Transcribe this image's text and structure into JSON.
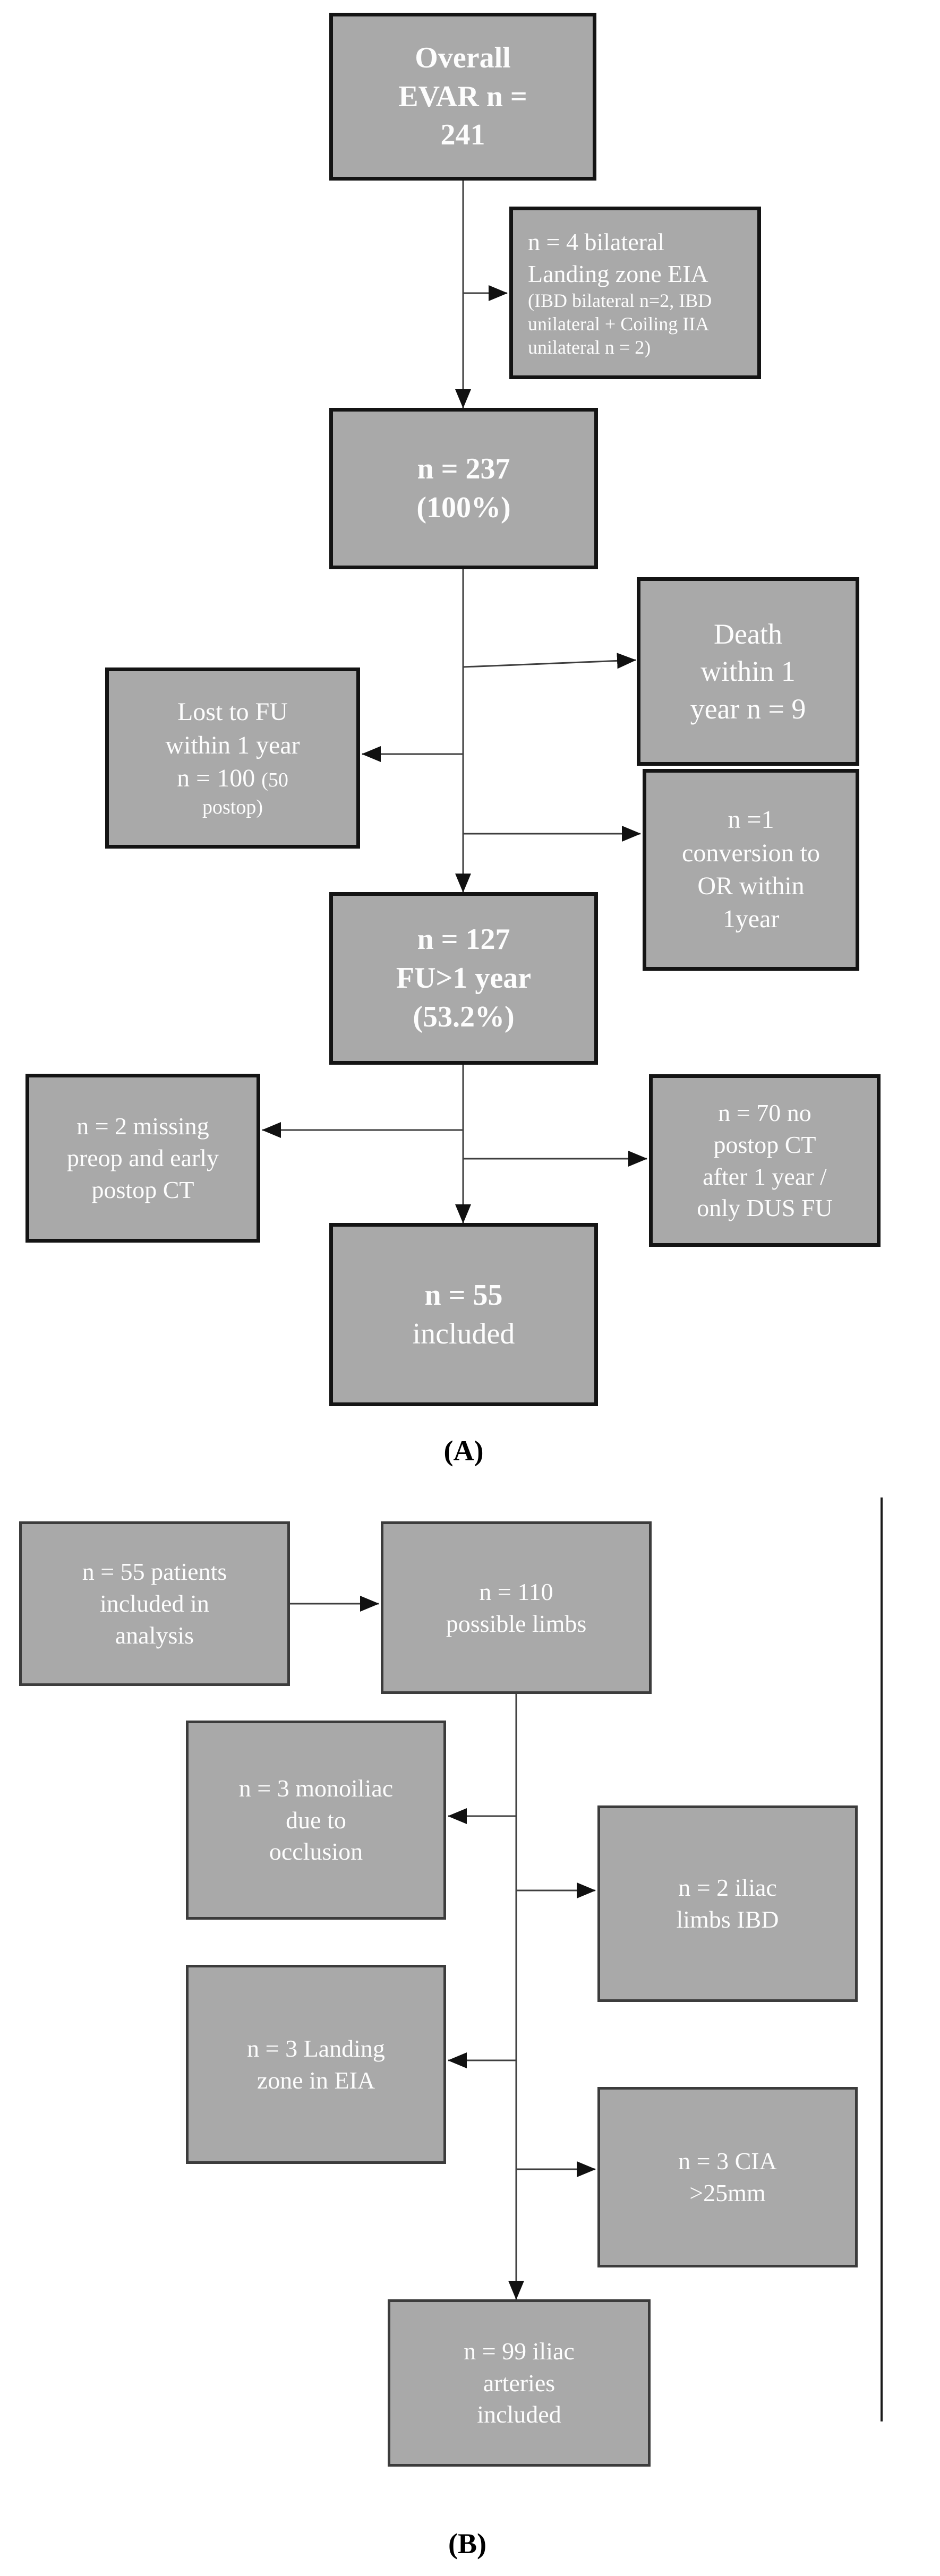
{
  "colors": {
    "box_fill": "#a9a9a9",
    "box_border_panel_a": "#141414",
    "box_border_panel_b": "#3c3c3c",
    "box_text": "#fdfdfd",
    "connector_line": "#3f3f3f",
    "arrowhead": "#111111",
    "panel_label_text": "#000000",
    "background": "#ffffff"
  },
  "panel_a": {
    "label": "(A)",
    "boxes": {
      "overall_evar": {
        "lines": [
          "Overall",
          "EVAR n =",
          "241"
        ]
      },
      "excluded_bilateral_eia": {
        "main_lines": [
          "n = 4 bilateral",
          "Landing zone EIA"
        ],
        "sub_lines": [
          "(IBD bilateral n=2, IBD",
          "unilateral + Coiling IIA",
          "unilateral n = 2)"
        ]
      },
      "n_237": {
        "lines": [
          "n = 237",
          "(100%)"
        ]
      },
      "death_within_1_year": {
        "lines": [
          "Death",
          "within 1",
          "year n = 9"
        ]
      },
      "lost_to_fu": {
        "main_lines": [
          "Lost to FU",
          "within 1 year"
        ],
        "mixed_line_main": "n = 100",
        "mixed_line_sub": "(50",
        "sub_line": "postop)"
      },
      "conversion_to_or": {
        "lines": [
          "n =1",
          "conversion to",
          "OR within",
          "1year"
        ]
      },
      "n_127_fu": {
        "lines": [
          "n = 127",
          "FU>1 year",
          "(53.2%)"
        ]
      },
      "missing_preop_ct": {
        "lines": [
          "n = 2 missing",
          "preop and early",
          "postop CT"
        ]
      },
      "no_postop_ct": {
        "lines": [
          "n = 70 no",
          "postop CT",
          "after 1 year /",
          "only DUS FU"
        ]
      },
      "n_55_included": {
        "line_bold": "n = 55",
        "line_regular": "included"
      }
    }
  },
  "panel_b": {
    "label": "(B)",
    "boxes": {
      "patients_included": {
        "lines": [
          "n = 55 patients",
          "included in",
          "analysis"
        ]
      },
      "possible_limbs": {
        "lines": [
          "n = 110",
          "possible limbs"
        ]
      },
      "monoiliac_occlusion": {
        "lines": [
          "n = 3 monoiliac",
          "due to",
          "occlusion"
        ]
      },
      "iliac_limbs_ibd": {
        "lines": [
          "n = 2 iliac",
          "limbs IBD"
        ]
      },
      "landing_zone_eia": {
        "lines": [
          "n = 3 Landing",
          "zone in EIA"
        ]
      },
      "cia_over_25mm": {
        "lines": [
          "n = 3 CIA",
          ">25mm"
        ]
      },
      "iliac_arteries_included": {
        "lines": [
          "n =  99 iliac",
          "arteries",
          "included"
        ]
      }
    }
  }
}
